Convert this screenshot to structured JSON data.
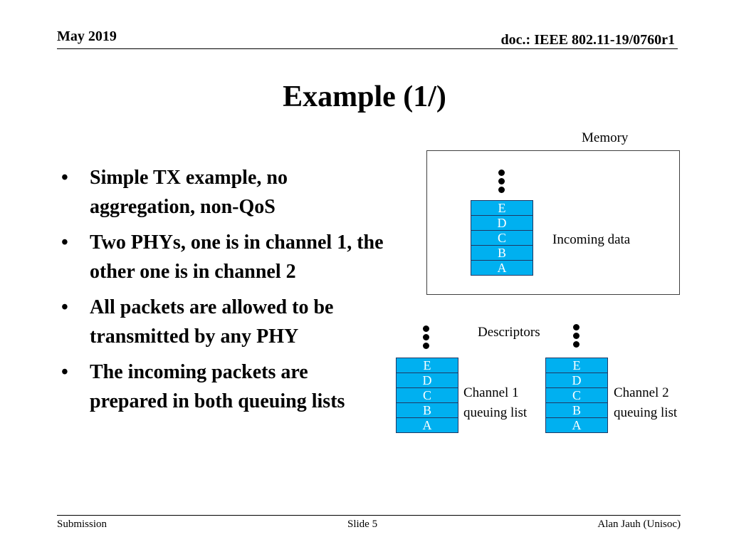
{
  "header": {
    "date": "May 2019",
    "doc": "doc.: IEEE 802.11-19/0760r1"
  },
  "title": "Example (1/)",
  "bullets": [
    "Simple TX example,  no aggregation, non-QoS",
    "Two PHYs, one is in channel 1, the other one is in channel 2",
    "All packets are allowed to be transmitted by any PHY",
    "The incoming packets are prepared in both queuing lists"
  ],
  "diagram": {
    "memory_label": "Memory",
    "incoming_label": "Incoming data",
    "descriptors_label": "Descriptors",
    "channel1_label": [
      "Channel 1",
      "queuing list"
    ],
    "channel2_label": [
      "Channel 2",
      "queuing list"
    ],
    "memory_stack": [
      "E",
      "D",
      "C",
      "B",
      "A"
    ],
    "channel1_stack": [
      "E",
      "D",
      "C",
      "B",
      "A"
    ],
    "channel2_stack": [
      "E",
      "D",
      "C",
      "B",
      "A"
    ],
    "cell_color": "#00b0f0",
    "cell_border_color": "#1f3864"
  },
  "footer": {
    "left": "Submission",
    "center": "Slide 5",
    "right": "Alan Jauh (Unisoc)"
  }
}
